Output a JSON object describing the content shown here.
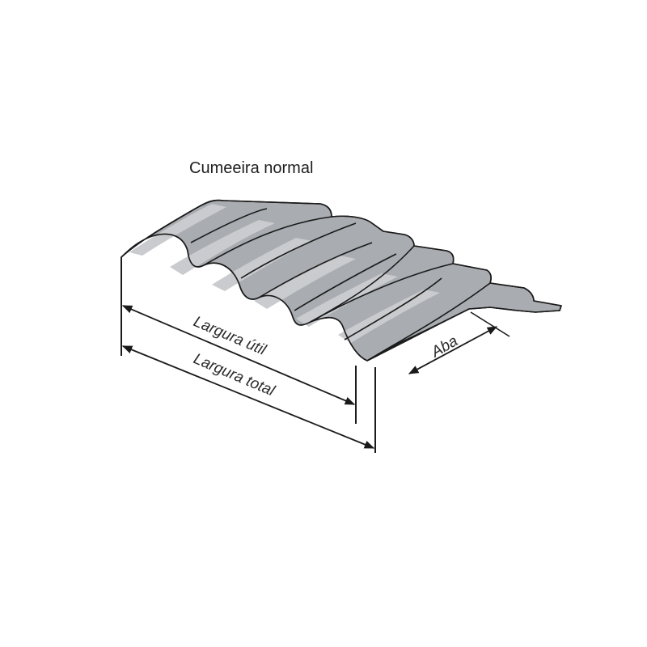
{
  "diagram": {
    "title": "Cumeeira normal",
    "dimensions": {
      "useful_width": "Largura útil",
      "total_width": "Largura total",
      "flap": "Aba"
    },
    "colors": {
      "sheet_fill": "#a9acb0",
      "sheet_highlight": "#cfd1d4",
      "outline": "#1a1a1a",
      "background": "#ffffff"
    }
  }
}
